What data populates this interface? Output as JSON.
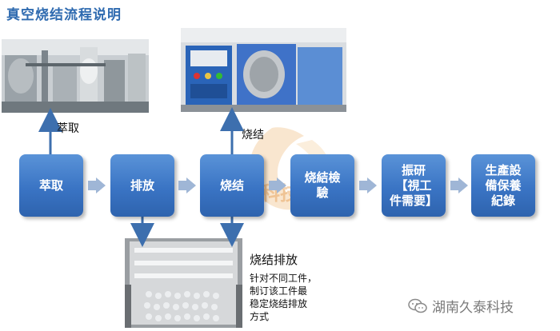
{
  "title": "真空烧结流程说明",
  "steps": [
    {
      "id": "extract",
      "label": "萃取"
    },
    {
      "id": "discharge",
      "label": "排放"
    },
    {
      "id": "sinter",
      "label": "烧结"
    },
    {
      "id": "inspect",
      "label": "烧結檢\n驗"
    },
    {
      "id": "grind",
      "label": "振研\n【視工\n件需要】"
    },
    {
      "id": "equipment",
      "label": "生產設\n備保養\n紀錄"
    }
  ],
  "callouts": {
    "extract": "萃取",
    "sinter": "烧结",
    "sinter_discharge": "烧结排放"
  },
  "description": "针对不同工件，\n制订该工件最\n稳定烧结排放\n方式",
  "watermark_text": "久泰科技",
  "brand": "湖南久泰科技",
  "colors": {
    "title": "#2f6bb0",
    "step": "#3a74c4",
    "arrow": "#3d6fae",
    "chevron": "#9fb6d6"
  }
}
